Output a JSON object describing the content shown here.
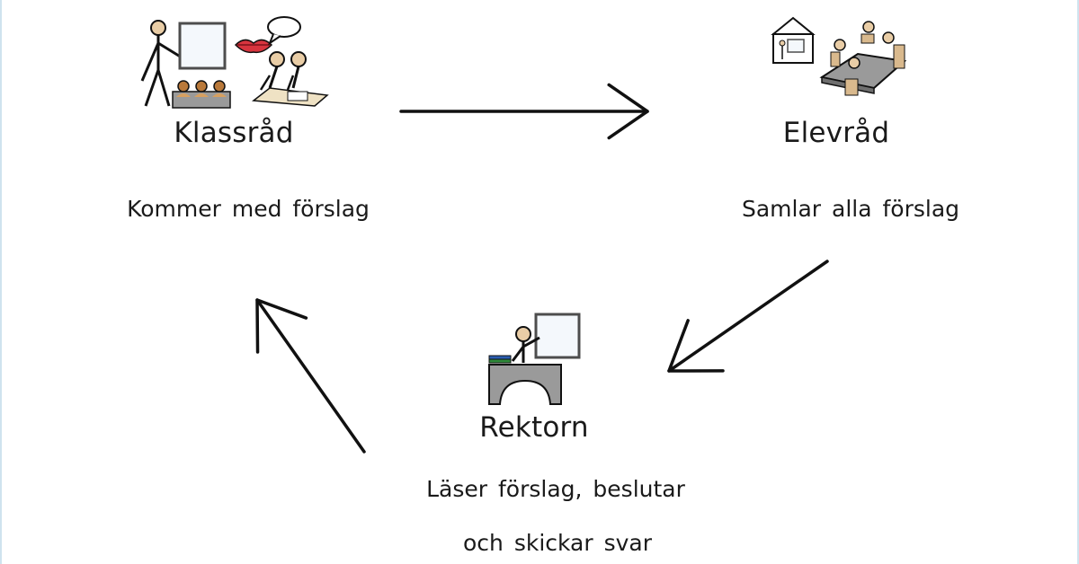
{
  "nodes": {
    "klassrad": {
      "title": "Klassråd",
      "desc": "Kommer med förslag",
      "icon": "teacher-class-discussion-icon"
    },
    "elevrad": {
      "title": "Elevråd",
      "desc": "Samlar alla förslag",
      "icon": "meeting-table-icon"
    },
    "rektorn": {
      "title": "Rektorn",
      "desc_line1": "Läser förslag, beslutar",
      "desc_line2": "och skickar svar",
      "icon": "principal-desk-icon"
    }
  },
  "edges": [
    {
      "from": "klassrad",
      "to": "elevrad"
    },
    {
      "from": "elevrad",
      "to": "rektorn"
    },
    {
      "from": "rektorn",
      "to": "klassrad"
    }
  ],
  "colors": {
    "stroke": "#111111",
    "skin": "#e9cda6",
    "board_border": "#4d4d4d",
    "board_fill": "#f4f8fc",
    "desk_gray": "#9a9a9a",
    "lips": "#d8343e",
    "bubble": "#ffffff"
  }
}
